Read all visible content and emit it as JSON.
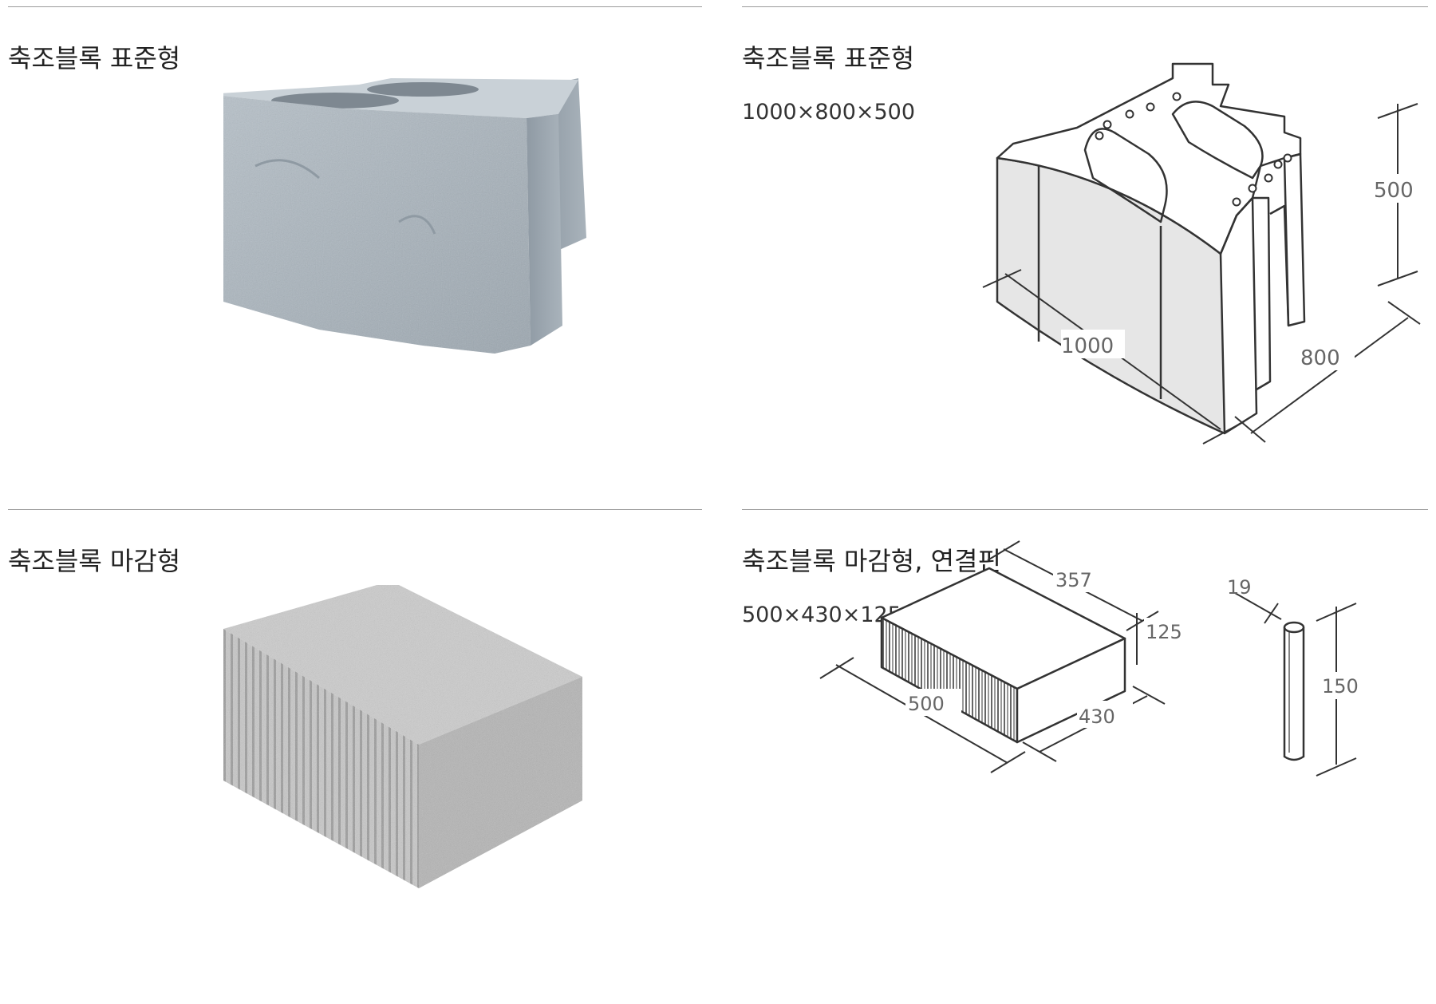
{
  "panels": [
    {
      "title": "축조블록 표준형"
    },
    {
      "title": "축조블록 표준형",
      "dimensions": "1000×800×500"
    },
    {
      "title": "축조블록 마감형"
    },
    {
      "title": "축조블록 마감형, 연결핀",
      "dimensions": "500×430×125"
    }
  ],
  "drawing_standard": {
    "width": "1000",
    "depth": "800",
    "height": "500"
  },
  "drawing_finish": {
    "length": "500",
    "depth": "430",
    "top_length": "357",
    "height": "125"
  },
  "drawing_pin": {
    "diameter": "19",
    "height": "150"
  },
  "colors": {
    "rule": "#9a9a9a",
    "line": "#333333",
    "stone": "#a8b3bc",
    "granite": "#c4c4c4"
  }
}
